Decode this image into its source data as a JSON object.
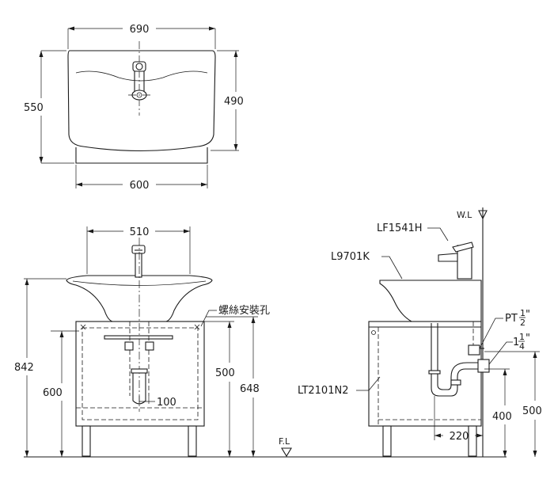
{
  "top_view": {
    "width_top": "690",
    "depth_total": "550",
    "depth_basin": "490",
    "width_cabinet": "600"
  },
  "front_view": {
    "width_bowl": "510",
    "height_total": "842",
    "height_600": "600",
    "height_500": "500",
    "height_648": "648",
    "drain_offset": "100",
    "screw_hole_label": "螺絲安裝孔",
    "floor_label": "F.L"
  },
  "side_view": {
    "water_level": "W.L",
    "faucet_model": "LF1541H",
    "basin_model": "L9701K",
    "cabinet_model": "LT2101N2",
    "pt_label": "PT",
    "pt_frac_num": "1",
    "pt_frac_den": "2",
    "pt_suffix": "\"",
    "pipe_whole": "1",
    "pipe_frac_num": "1",
    "pipe_frac_den": "4",
    "pipe_suffix": "\"",
    "height_400": "400",
    "height_500": "500",
    "offset_220": "220"
  }
}
